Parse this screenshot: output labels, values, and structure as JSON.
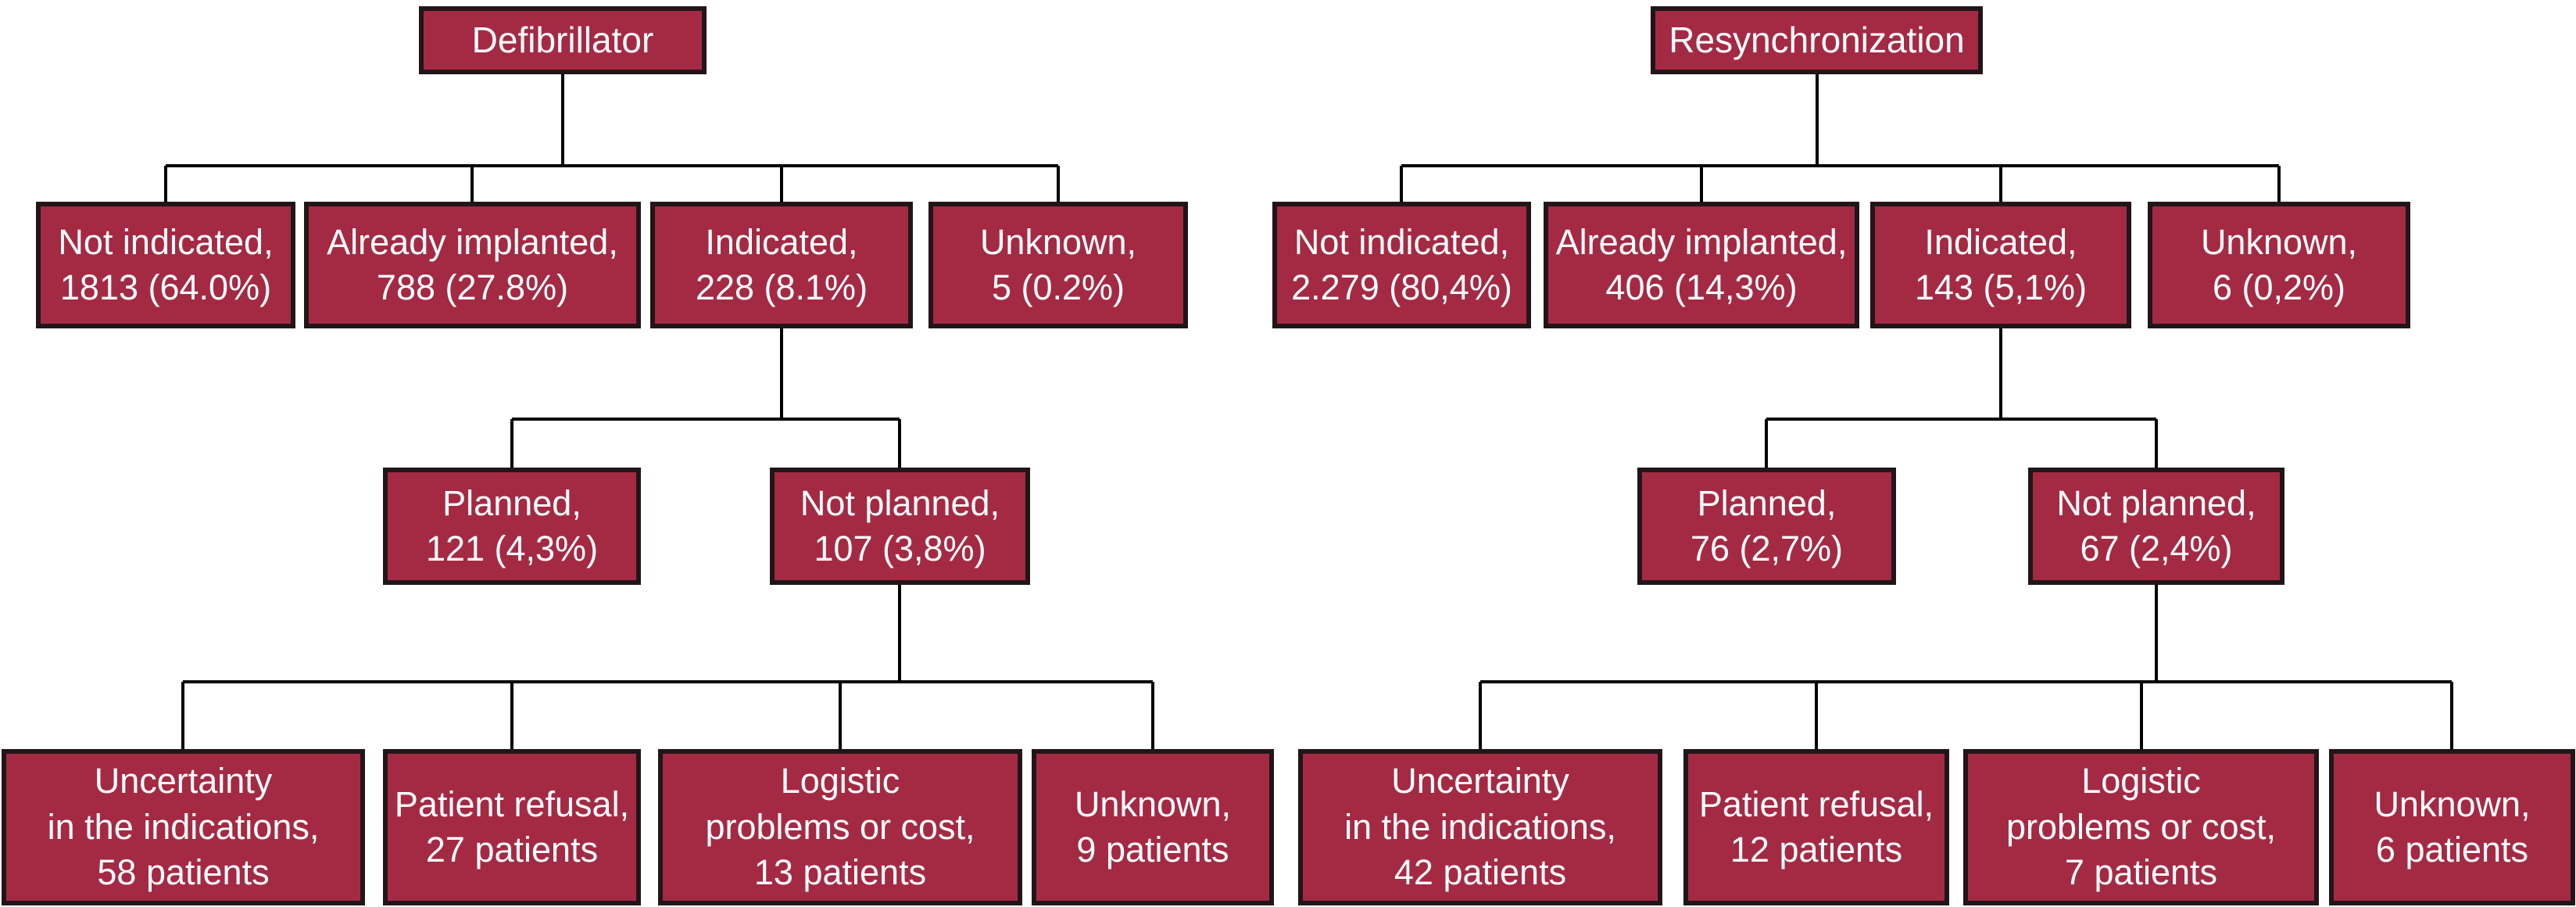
{
  "meta": {
    "background": "#ffffff",
    "box_fill": "#a42a44",
    "box_border": "#221518",
    "line_color": "#000000",
    "text_color": "#ffffff"
  },
  "trees": [
    {
      "root": {
        "label": "Defibrillator"
      },
      "level2": [
        {
          "label": "Not indicated,",
          "value": "1813 (64.0%)"
        },
        {
          "label": "Already implanted,",
          "value": "788 (27.8%)"
        },
        {
          "label": "Indicated,",
          "value": "228 (8.1%)"
        },
        {
          "label": "Unknown,",
          "value": "5 (0.2%)"
        }
      ],
      "level3": [
        {
          "label": "Planned,",
          "value": "121 (4,3%)"
        },
        {
          "label": "Not planned,",
          "value": "107 (3,8%)"
        }
      ],
      "level4": [
        {
          "label": "Uncertainty\nin the indications,",
          "value": "58 patients"
        },
        {
          "label": "Patient refusal,",
          "value": "27 patients"
        },
        {
          "label": "Logistic\nproblems or cost,",
          "value": "13 patients"
        },
        {
          "label": "Unknown,",
          "value": "9 patients"
        }
      ]
    },
    {
      "root": {
        "label": "Resynchronization"
      },
      "level2": [
        {
          "label": "Not indicated,",
          "value": "2.279 (80,4%)"
        },
        {
          "label": "Already implanted,",
          "value": "406 (14,3%)"
        },
        {
          "label": "Indicated,",
          "value": "143 (5,1%)"
        },
        {
          "label": "Unknown,",
          "value": "6 (0,2%)"
        }
      ],
      "level3": [
        {
          "label": "Planned,",
          "value": "76 (2,7%)"
        },
        {
          "label": "Not planned,",
          "value": "67 (2,4%)"
        }
      ],
      "level4": [
        {
          "label": "Uncertainty\nin the indications,",
          "value": "42 patients"
        },
        {
          "label": "Patient refusal,",
          "value": "12 patients"
        },
        {
          "label": "Logistic\nproblems or cost,",
          "value": "7 patients"
        },
        {
          "label": "Unknown,",
          "value": "6 patients"
        }
      ]
    }
  ]
}
